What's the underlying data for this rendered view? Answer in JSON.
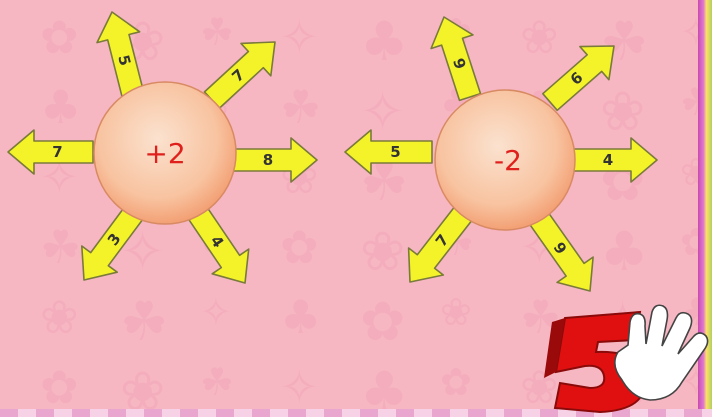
{
  "diagrams": [
    {
      "operator": "+2",
      "arrows": [
        {
          "id": "n",
          "number": "5"
        },
        {
          "id": "ne",
          "number": "7"
        },
        {
          "id": "e",
          "number": "8"
        },
        {
          "id": "se",
          "number": "4"
        },
        {
          "id": "sw",
          "number": "3"
        },
        {
          "id": "w",
          "number": "7"
        }
      ]
    },
    {
      "operator": "-2",
      "arrows": [
        {
          "id": "n",
          "number": "9"
        },
        {
          "id": "ne",
          "number": "6"
        },
        {
          "id": "e",
          "number": "4"
        },
        {
          "id": "se",
          "number": "9"
        },
        {
          "id": "sw",
          "number": "7"
        },
        {
          "id": "w",
          "number": "5"
        }
      ]
    }
  ],
  "colors": {
    "background": "#f6b6c2",
    "arrow_fill": "#f4f32a",
    "arrow_stroke": "#7a7a3a",
    "circle_center": "#fbe2cf",
    "circle_edge": "#f3a074",
    "operator_text": "#e0201c",
    "logo_red": "#e01010"
  },
  "icons": [
    "hand-icon",
    "logo-5-icon"
  ]
}
